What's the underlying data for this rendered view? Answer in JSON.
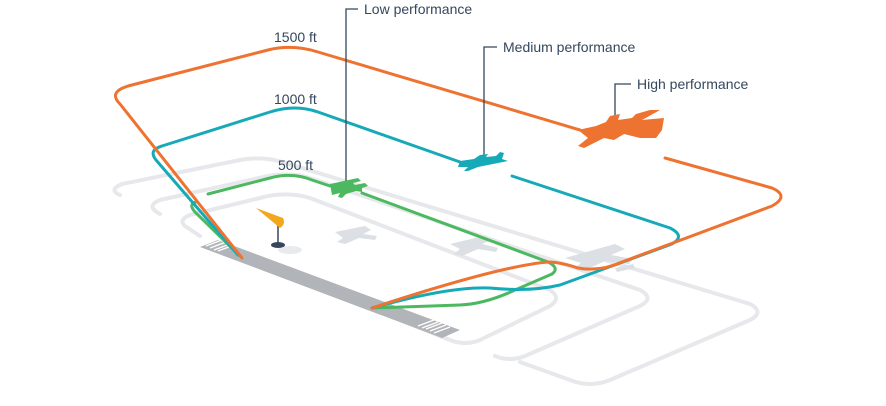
{
  "title": "Traffic pattern altitudes by aircraft performance",
  "colors": {
    "low": "#4cb860",
    "medium": "#16aab8",
    "high": "#ee7330",
    "runway": "#b1b4b9",
    "shadow": "#e3e5e8",
    "label": "#34475e",
    "windsock": "#f2a81d"
  },
  "altitudes": {
    "low": "500 ft",
    "medium": "1000 ft",
    "high": "1500 ft"
  },
  "legend": {
    "low": "Low performance",
    "medium": "Medium performance",
    "high": "High performance"
  },
  "icons": {
    "windsock": "windsock-icon",
    "low_aircraft": "biplane-icon",
    "medium_aircraft": "single-engine-plane-icon",
    "high_aircraft": "twin-turboprop-plane-icon"
  }
}
